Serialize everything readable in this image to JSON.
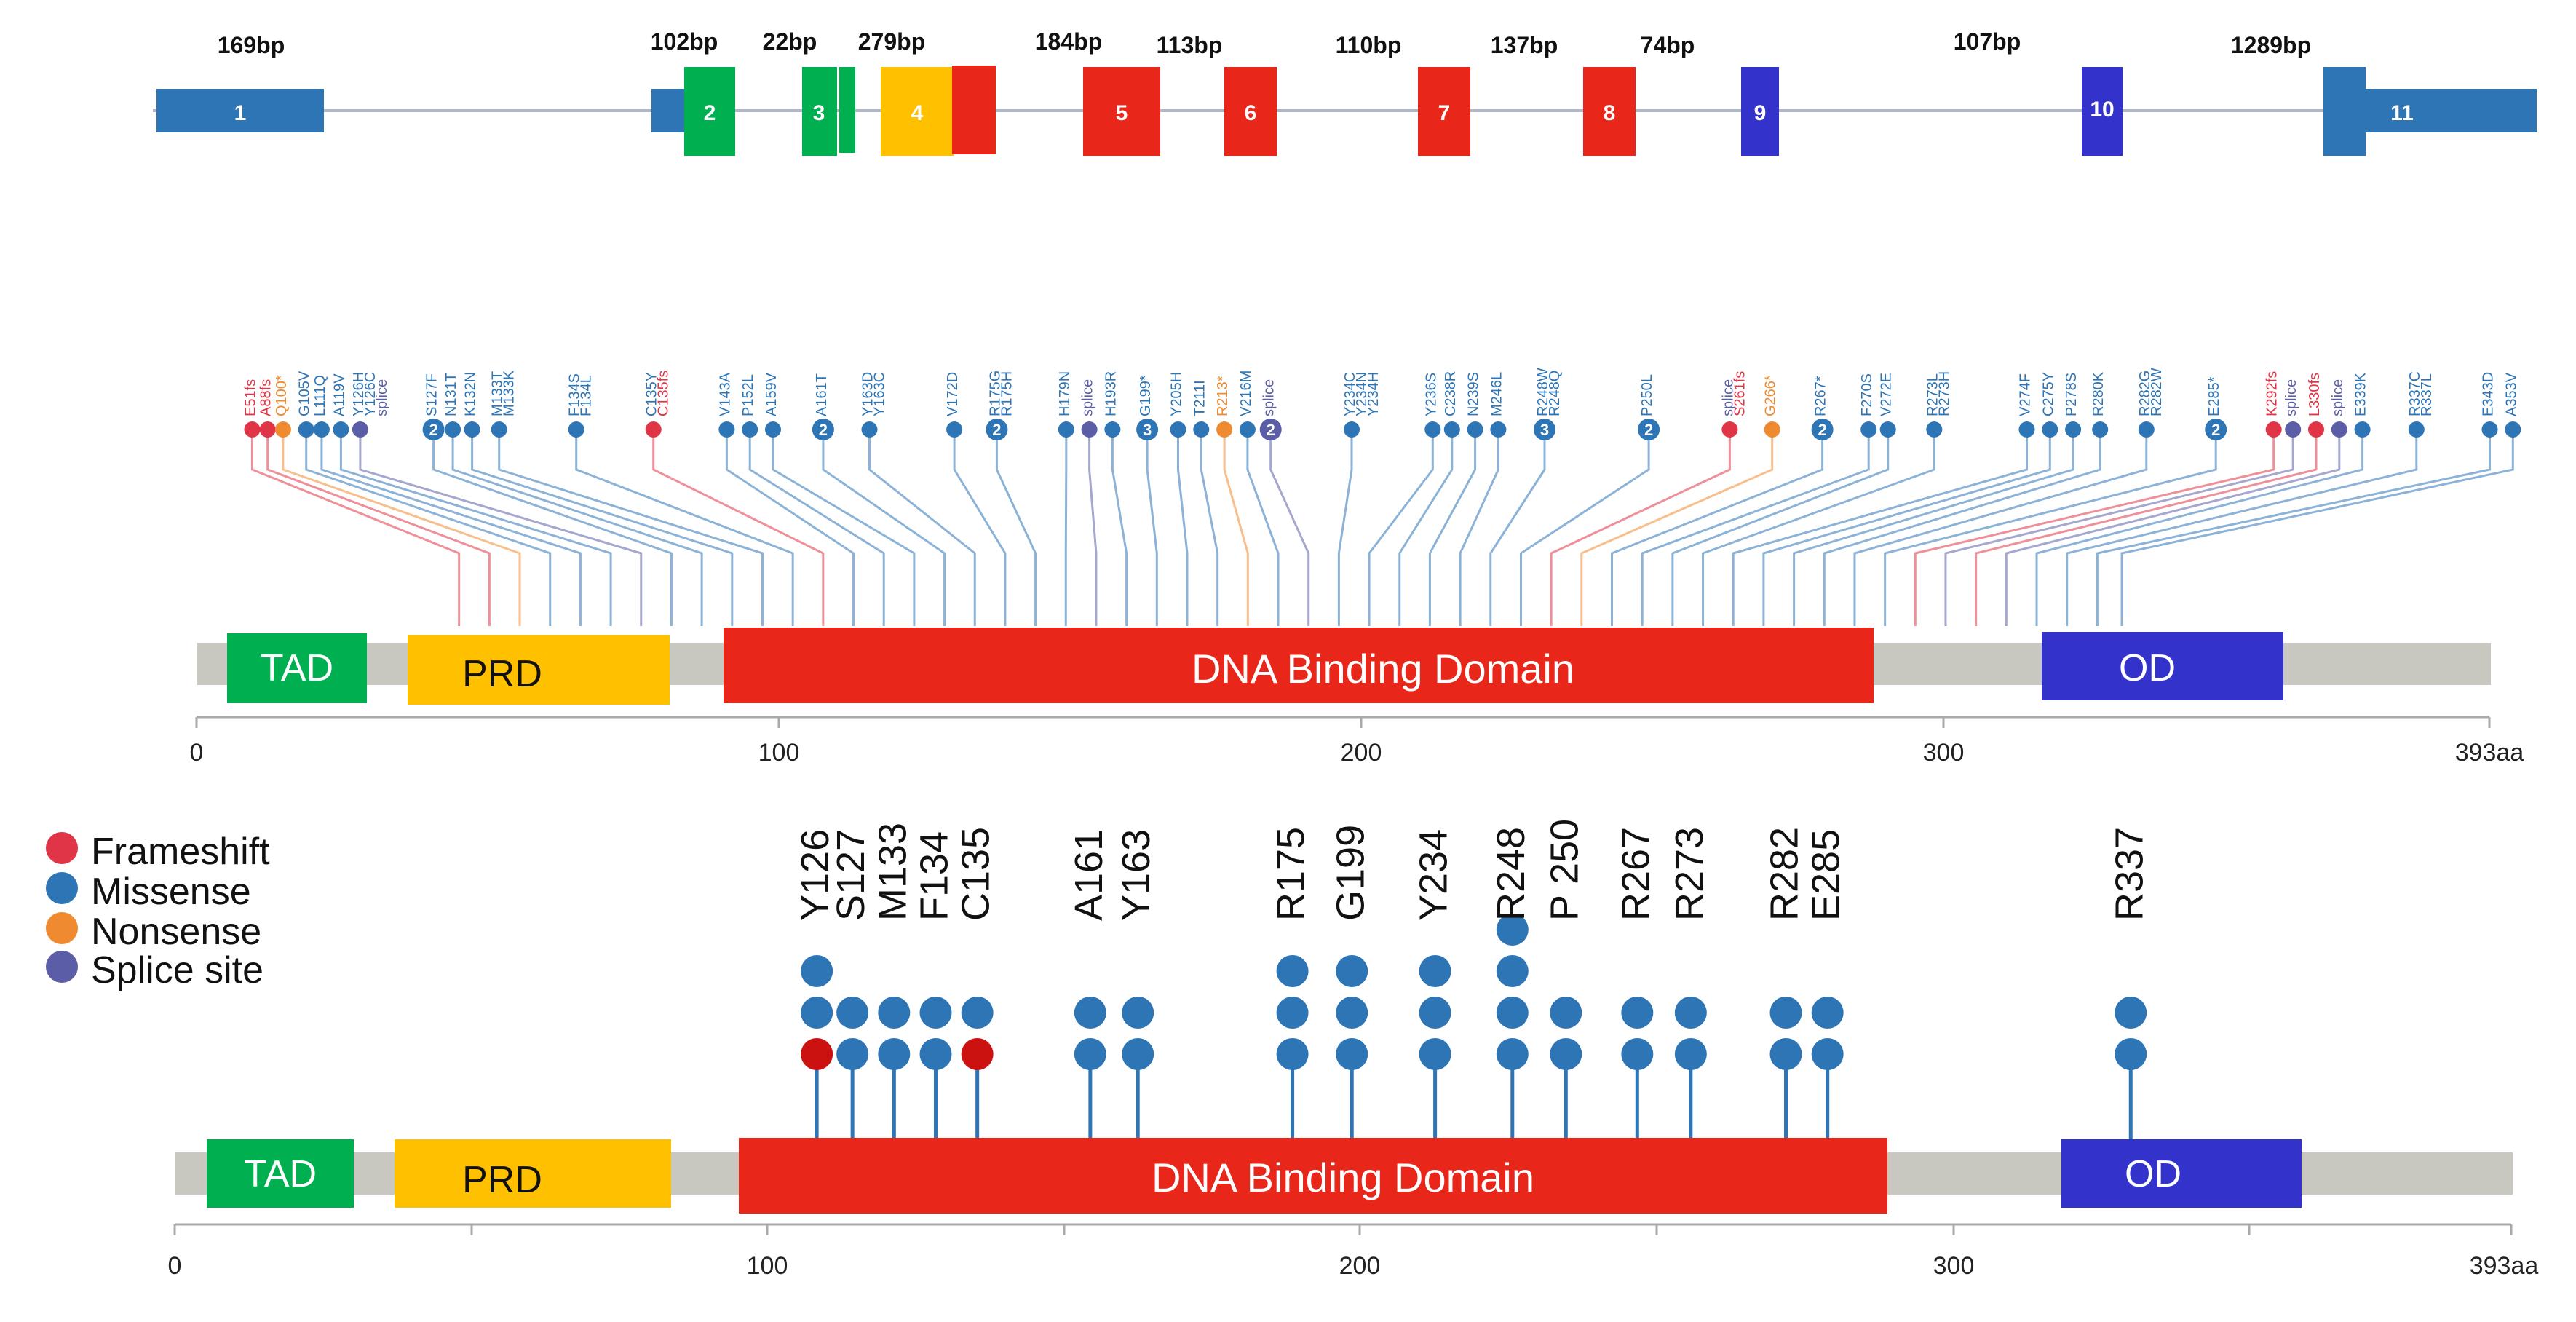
{
  "gene": {
    "exons": [
      {
        "num": "1",
        "color": "#2e75b6"
      },
      {
        "num": "2",
        "color": "#00b050"
      },
      {
        "num": "3",
        "color": "#00b050"
      },
      {
        "num": "4",
        "color": "#ffc000"
      },
      {
        "num": "5",
        "color": "#e8261a"
      },
      {
        "num": "6",
        "color": "#e8261a"
      },
      {
        "num": "7",
        "color": "#e8261a"
      },
      {
        "num": "8",
        "color": "#e8261a"
      },
      {
        "num": "9",
        "color": "#3333cc"
      },
      {
        "num": "10",
        "color": "#3333cc"
      },
      {
        "num": "11",
        "color": "#2e75b6"
      }
    ],
    "bp_labels": [
      "169bp",
      "102bp",
      "22bp",
      "279bp",
      "184bp",
      "113bp",
      "110bp",
      "137bp",
      "74bp",
      "107bp",
      "1289bp"
    ]
  },
  "top_protein": {
    "domains": [
      {
        "label": "TAD",
        "color": "#00b050"
      },
      {
        "label": "PRD",
        "color": "#ffc000"
      },
      {
        "label": "DNA Binding Domain",
        "color": "#e8261a"
      },
      {
        "label": "OD",
        "color": "#3333cc"
      }
    ],
    "axis_ticks": [
      "0",
      "100",
      "200",
      "300",
      "393aa"
    ]
  },
  "bottom_protein": {
    "domains": [
      {
        "label": "TAD",
        "color": "#00b050"
      },
      {
        "label": "PRD",
        "color": "#ffc000"
      },
      {
        "label": "DNA Binding Domain",
        "color": "#e8261a"
      },
      {
        "label": "OD",
        "color": "#3333cc"
      }
    ],
    "axis_ticks": [
      "0",
      "100",
      "200",
      "300",
      "393aa"
    ]
  },
  "legend": [
    {
      "label": "Frameshift",
      "color": "#e03546"
    },
    {
      "label": "Missense",
      "color": "#2e75b6"
    },
    {
      "label": "Nonsense",
      "color": "#f08a30"
    },
    {
      "label": "Splice site",
      "color": "#5b5ea6"
    }
  ],
  "colors": {
    "frameshift": "#e03546",
    "missense": "#2e75b6",
    "nonsense": "#f08a30",
    "splice": "#5b5ea6",
    "backbone": "#c8c8c0"
  },
  "lollipop_top": [
    {
      "pos": "5",
      "type": "fs",
      "labels": [
        "E51fs"
      ]
    },
    {
      "pos": "9",
      "type": "fs",
      "labels": [
        "A88fs"
      ]
    },
    {
      "pos": "13",
      "type": "ns",
      "labels": [
        "Q100*"
      ]
    },
    {
      "pos": "19",
      "type": "ms",
      "labels": [
        "G105V"
      ]
    },
    {
      "pos": "23",
      "type": "ms",
      "labels": [
        "L111Q"
      ]
    },
    {
      "pos": "28",
      "type": "ms",
      "labels": [
        "A119V"
      ]
    },
    {
      "pos": "33",
      "type": "sp",
      "labels": [
        "Y126H",
        "Y126C",
        "splice"
      ]
    },
    {
      "pos": "52",
      "type": "ms",
      "badge": "2",
      "labels": [
        "S127F"
      ]
    },
    {
      "pos": "57",
      "type": "ms",
      "labels": [
        "N131T"
      ]
    },
    {
      "pos": "62",
      "type": "ms",
      "labels": [
        "K132N"
      ]
    },
    {
      "pos": "69",
      "type": "ms",
      "labels": [
        "M133T",
        "M133K"
      ]
    },
    {
      "pos": "89",
      "type": "ms",
      "labels": [
        "F134S",
        "F134L"
      ]
    },
    {
      "pos": "109",
      "type": "fs",
      "labels": [
        "C135Y",
        "C135fs"
      ]
    },
    {
      "pos": "128",
      "type": "ms",
      "labels": [
        "V143A"
      ]
    },
    {
      "pos": "134",
      "type": "ms",
      "labels": [
        "P152L"
      ]
    },
    {
      "pos": "140",
      "type": "ms",
      "labels": [
        "A159V"
      ]
    },
    {
      "pos": "153",
      "type": "ms",
      "badge": "2",
      "labels": [
        "A161T"
      ]
    },
    {
      "pos": "165",
      "type": "ms",
      "labels": [
        "Y163D",
        "Y163C"
      ]
    },
    {
      "pos": "187",
      "type": "ms",
      "labels": [
        "V172D"
      ]
    },
    {
      "pos": "198",
      "type": "ms",
      "badge": "2",
      "labels": [
        "R175G",
        "R175H"
      ]
    },
    {
      "pos": "216",
      "type": "ms",
      "labels": [
        "H179N"
      ]
    },
    {
      "pos": "222",
      "type": "sp",
      "labels": [
        "splice"
      ]
    },
    {
      "pos": "228",
      "type": "ms",
      "labels": [
        "H193R"
      ]
    },
    {
      "pos": "237",
      "type": "ms",
      "badge": "3",
      "labels": [
        "G199*"
      ]
    },
    {
      "pos": "245",
      "type": "ms",
      "labels": [
        "Y205H"
      ]
    },
    {
      "pos": "251",
      "type": "ms",
      "labels": [
        "T211I"
      ]
    },
    {
      "pos": "257",
      "type": "ns",
      "labels": [
        "R213*"
      ]
    },
    {
      "pos": "263",
      "type": "ms",
      "labels": [
        "V216M"
      ]
    },
    {
      "pos": "269",
      "type": "sp",
      "badge": "2",
      "labels": [
        "splice"
      ]
    },
    {
      "pos": "290",
      "type": "ms",
      "labels": [
        "Y234C",
        "Y234N",
        "Y234H"
      ]
    },
    {
      "pos": "311",
      "type": "ms",
      "labels": [
        "Y236S"
      ]
    },
    {
      "pos": "316",
      "type": "ms",
      "labels": [
        "C238R"
      ]
    },
    {
      "pos": "322",
      "type": "ms",
      "labels": [
        "N239S"
      ]
    },
    {
      "pos": "328",
      "type": "ms",
      "labels": [
        "M246L"
      ]
    },
    {
      "pos": "340",
      "type": "ms",
      "badge": "3",
      "labels": [
        "R248W",
        "R248Q"
      ]
    },
    {
      "pos": "367",
      "type": "ms",
      "badge": "2",
      "labels": [
        "P250L"
      ]
    },
    {
      "pos": "388",
      "type": "fs",
      "labels": [
        "splice",
        "S261fs"
      ]
    },
    {
      "pos": "399",
      "type": "ns",
      "labels": [
        "G266*"
      ]
    },
    {
      "pos": "412",
      "type": "ms",
      "badge": "2",
      "labels": [
        "R267*"
      ]
    },
    {
      "pos": "424",
      "type": "ms",
      "labels": [
        "F270S"
      ]
    },
    {
      "pos": "429",
      "type": "ms",
      "labels": [
        "V272E"
      ]
    },
    {
      "pos": "441",
      "type": "ms",
      "labels": [
        "R273L",
        "R273H"
      ]
    },
    {
      "pos": "465",
      "type": "ms",
      "labels": [
        "V274F"
      ]
    },
    {
      "pos": "471",
      "type": "ms",
      "labels": [
        "C275Y"
      ]
    },
    {
      "pos": "477",
      "type": "ms",
      "labels": [
        "P278S"
      ]
    },
    {
      "pos": "484",
      "type": "ms",
      "labels": [
        "R280K"
      ]
    },
    {
      "pos": "496",
      "type": "ms",
      "labels": [
        "R282G",
        "R282W"
      ]
    },
    {
      "pos": "514",
      "type": "ms",
      "badge": "2",
      "labels": [
        "E285*"
      ]
    },
    {
      "pos": "529",
      "type": "fs",
      "labels": [
        "K292fs"
      ]
    },
    {
      "pos": "534",
      "type": "sp",
      "labels": [
        "splice"
      ]
    },
    {
      "pos": "540",
      "type": "fs",
      "labels": [
        "L330fs"
      ]
    },
    {
      "pos": "546",
      "type": "sp",
      "labels": [
        "splice"
      ]
    },
    {
      "pos": "552",
      "type": "ms",
      "labels": [
        "E339K"
      ]
    },
    {
      "pos": "566",
      "type": "ms",
      "labels": [
        "R337C",
        "R337L"
      ]
    },
    {
      "pos": "585",
      "type": "ms",
      "labels": [
        "E343D"
      ]
    },
    {
      "pos": "591",
      "type": "ms",
      "labels": [
        "A353V"
      ]
    }
  ],
  "hotspots": [
    {
      "label": "Y126",
      "pos": 108,
      "dots": [
        "fs",
        "ms",
        "ms"
      ]
    },
    {
      "label": "S127",
      "pos": 114,
      "dots": [
        "ms",
        "ms"
      ]
    },
    {
      "label": "M133",
      "pos": 121,
      "dots": [
        "ms",
        "ms"
      ]
    },
    {
      "label": "F134",
      "pos": 128,
      "dots": [
        "ms",
        "ms"
      ]
    },
    {
      "label": "C135",
      "pos": 135,
      "dots": [
        "fs",
        "ms"
      ]
    },
    {
      "label": "A161",
      "pos": 154,
      "dots": [
        "ms",
        "ms"
      ]
    },
    {
      "label": "Y163",
      "pos": 162,
      "dots": [
        "ms",
        "ms"
      ]
    },
    {
      "label": "R175",
      "pos": 188,
      "dots": [
        "ms",
        "ms",
        "ms"
      ]
    },
    {
      "label": "G199",
      "pos": 198,
      "dots": [
        "ms",
        "ms",
        "ms"
      ]
    },
    {
      "label": "Y234",
      "pos": 212,
      "dots": [
        "ms",
        "ms",
        "ms"
      ]
    },
    {
      "label": "R248",
      "pos": 225,
      "dots": [
        "ms",
        "ms",
        "ms",
        "ms"
      ]
    },
    {
      "label": "P 250",
      "pos": 234,
      "dots": [
        "ms",
        "ms"
      ]
    },
    {
      "label": "R267",
      "pos": 246,
      "dots": [
        "ms",
        "ms"
      ]
    },
    {
      "label": "R273",
      "pos": 255,
      "dots": [
        "ms",
        "ms"
      ]
    },
    {
      "label": "R282",
      "pos": 271,
      "dots": [
        "ms",
        "ms"
      ]
    },
    {
      "label": "E285",
      "pos": 278,
      "dots": [
        "ms",
        "ms"
      ]
    },
    {
      "label": "R337",
      "pos": 329,
      "dots": [
        "ms",
        "ms"
      ]
    }
  ]
}
